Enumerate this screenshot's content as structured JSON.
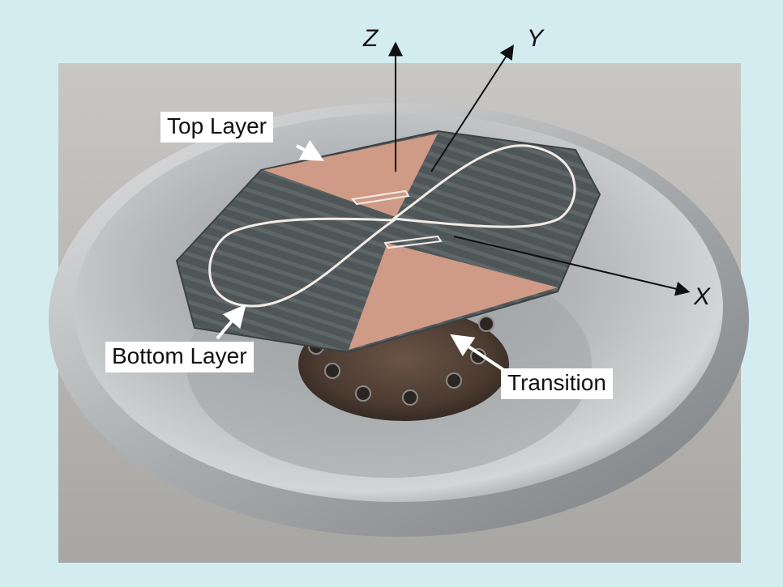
{
  "figure": {
    "background_color": "#d3ecf0",
    "labels": {
      "top_layer": "Top Layer",
      "bottom_layer": "Bottom Layer",
      "transition": "Transition"
    },
    "axes": {
      "z": "Z",
      "y": "Y",
      "x": "X"
    },
    "colors": {
      "copper": "#cf9a86",
      "substrate": "#4f5658",
      "metal_dish": "#b9bcbe",
      "trace_outline": "#f2ece6"
    }
  }
}
